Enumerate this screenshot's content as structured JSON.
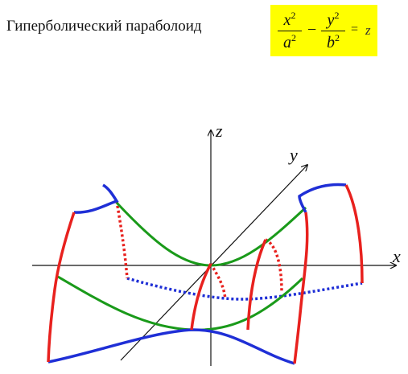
{
  "title": "Гиперболический параболоид",
  "formula": {
    "term1_num": "x",
    "term1_den": "a",
    "term2_num": "y",
    "term2_den": "b",
    "power": "2",
    "minus": "−",
    "equals": "=",
    "rhs": "z",
    "highlight_color": "#ffff00"
  },
  "axes": {
    "x": "x",
    "y": "y",
    "z": "z"
  },
  "colors": {
    "blue_edges": "#1f2fd6",
    "red_edges": "#e8211e",
    "green_sections": "#1a9a1a"
  }
}
